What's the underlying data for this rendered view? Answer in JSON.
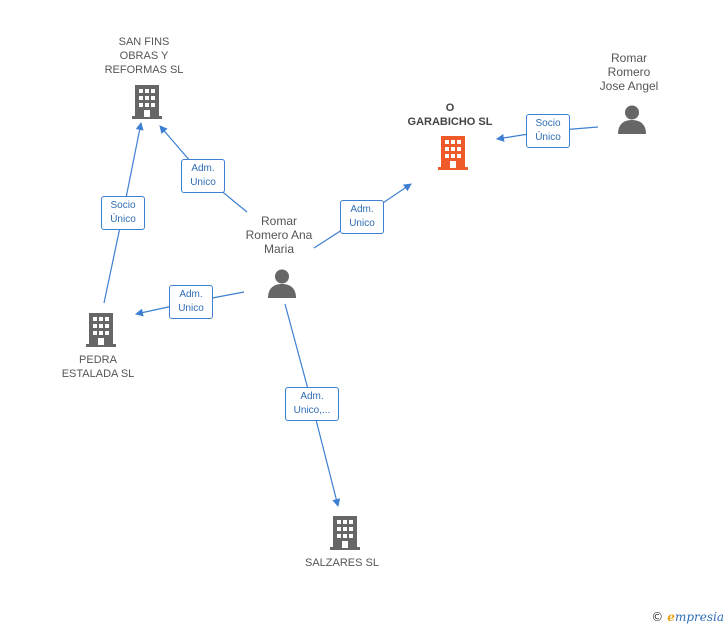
{
  "colors": {
    "edge": "#3d7fd1",
    "building": "#666666",
    "building_highlight": "#f05a28",
    "person": "#666666"
  },
  "nodes": {
    "san_fins": {
      "label": "SAN FINS\nOBRAS Y\nREFORMAS SL",
      "icon": "building-icon"
    },
    "o_garabicho": {
      "label": "O\nGARABICHO SL",
      "icon": "building-icon"
    },
    "romar_jose": {
      "label": "Romar\nRomero\nJose Angel",
      "icon": "person-icon"
    },
    "romar_ana": {
      "label": "Romar\nRomero Ana\nMaria",
      "icon": "person-icon"
    },
    "pedra": {
      "label": "PEDRA\nESTALADA SL",
      "icon": "building-icon"
    },
    "salzares": {
      "label": "SALZARES SL",
      "icon": "building-icon"
    }
  },
  "edges": {
    "ana_to_sanfins": {
      "label": "Adm.\nUnico"
    },
    "pedra_to_sanfins": {
      "label": "Socio\nÚnico"
    },
    "ana_to_garabicho": {
      "label": "Adm.\nUnico"
    },
    "jose_to_garabicho": {
      "label": "Socio\nÚnico"
    },
    "ana_to_pedra": {
      "label": "Adm.\nUnico"
    },
    "ana_to_salzares": {
      "label": "Adm.\nUnico,..."
    }
  },
  "watermark": {
    "copyright": "©",
    "brand_initial": "e",
    "brand_rest": "mpresia"
  }
}
